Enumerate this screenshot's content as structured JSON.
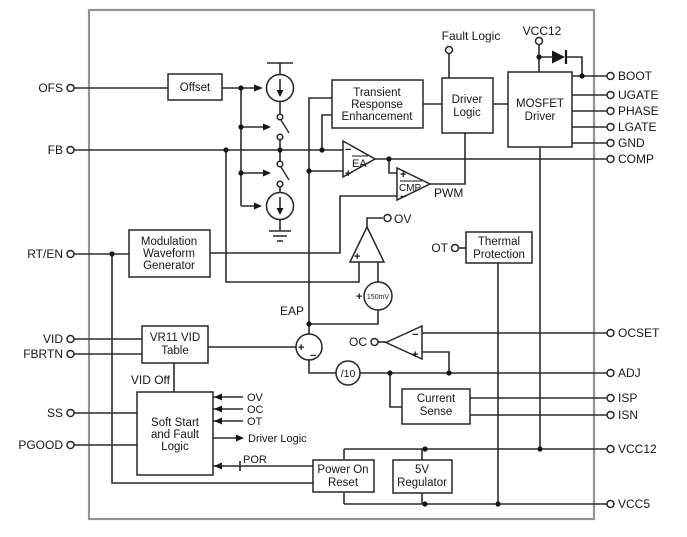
{
  "pins": {
    "left": [
      {
        "label": "OFS"
      },
      {
        "label": "FB"
      },
      {
        "label": "RT/EN"
      },
      {
        "label": "VID"
      },
      {
        "label": "FBRTN"
      },
      {
        "label": "SS"
      },
      {
        "label": "PGOOD"
      }
    ],
    "right": [
      {
        "label": "BOOT"
      },
      {
        "label": "UGATE"
      },
      {
        "label": "PHASE"
      },
      {
        "label": "LGATE"
      },
      {
        "label": "GND"
      },
      {
        "label": "COMP"
      },
      {
        "label": "OCSET"
      },
      {
        "label": "ADJ"
      },
      {
        "label": "ISP"
      },
      {
        "label": "ISN"
      },
      {
        "label": "VCC12"
      },
      {
        "label": "VCC5"
      }
    ],
    "top": [
      {
        "label": "Fault Logic"
      },
      {
        "label": "VCC12"
      }
    ]
  },
  "blocks": {
    "offset": {
      "lines": [
        "Offset"
      ]
    },
    "tre": {
      "lines": [
        "Transient",
        "Response",
        "Enhancement"
      ]
    },
    "driver_logic": {
      "lines": [
        "Driver",
        "Logic"
      ]
    },
    "mosfet_driver": {
      "lines": [
        "MOSFET",
        "Driver"
      ]
    },
    "mwg": {
      "lines": [
        "Modulation",
        "Waveform",
        "Generator"
      ]
    },
    "thermal": {
      "lines": [
        "Thermal",
        "Protection"
      ]
    },
    "vid_table": {
      "lines": [
        "VR11 VID",
        "Table"
      ]
    },
    "soft_start": {
      "lines": [
        "Soft Start",
        "and Fault",
        "Logic"
      ]
    },
    "current_sense": {
      "lines": [
        "Current",
        "Sense"
      ]
    },
    "por": {
      "lines": [
        "Power On",
        "Reset"
      ]
    },
    "reg5v": {
      "lines": [
        "5V",
        "Regulator"
      ]
    }
  },
  "amplifiers": {
    "ea": {
      "label": "EA",
      "minus": "−",
      "plus": "+"
    },
    "cmp": {
      "label": "CMP",
      "plus": "+",
      "minus": "−",
      "output_label": "PWM"
    },
    "ov": {
      "plus": "+"
    },
    "oc": {
      "minus": "−",
      "plus": "+"
    },
    "sum": {
      "plus": "+",
      "minus": "−"
    },
    "source150": {
      "sign": "+",
      "value": "150mV"
    },
    "divider": {
      "label": "/10"
    }
  },
  "nodes": {
    "ov": "OV",
    "oc": "OC",
    "ot": "OT",
    "eap": "EAP",
    "vid_off": "VID Off",
    "pwm": "PWM",
    "ss_ov": "OV",
    "ss_oc": "OC",
    "ss_ot": "OT",
    "ss_driver_logic": "Driver Logic",
    "ss_por": "POR"
  },
  "colors": {
    "wire": "#2b2b2b",
    "border": "#949494",
    "background": "#ffffff"
  }
}
